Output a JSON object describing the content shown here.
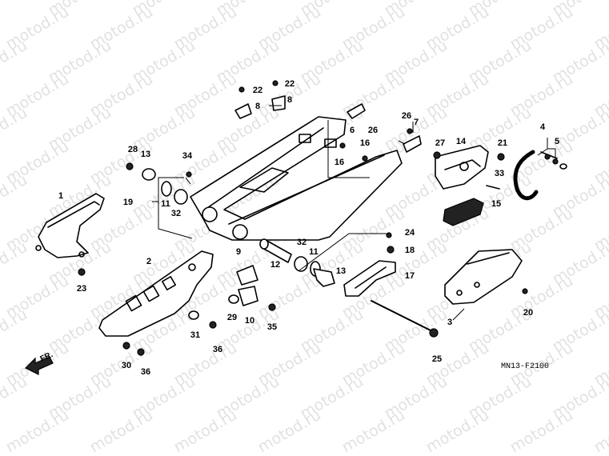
{
  "watermark_text": "motod.ru",
  "diagram_code": "MN13-F2100",
  "direction_label": "FR.",
  "parts": [
    {
      "label": "1"
    },
    {
      "label": "2"
    },
    {
      "label": "3"
    },
    {
      "label": "4"
    },
    {
      "label": "5"
    },
    {
      "label": "6"
    },
    {
      "label": "7"
    },
    {
      "label": "8"
    },
    {
      "label": "8"
    },
    {
      "label": "9"
    },
    {
      "label": "10"
    },
    {
      "label": "11"
    },
    {
      "label": "11"
    },
    {
      "label": "12"
    },
    {
      "label": "13"
    },
    {
      "label": "13"
    },
    {
      "label": "14"
    },
    {
      "label": "15"
    },
    {
      "label": "16"
    },
    {
      "label": "16"
    },
    {
      "label": "17"
    },
    {
      "label": "18"
    },
    {
      "label": "19"
    },
    {
      "label": "20"
    },
    {
      "label": "21"
    },
    {
      "label": "22"
    },
    {
      "label": "22"
    },
    {
      "label": "23"
    },
    {
      "label": "24"
    },
    {
      "label": "25"
    },
    {
      "label": "26"
    },
    {
      "label": "26"
    },
    {
      "label": "27"
    },
    {
      "label": "28"
    },
    {
      "label": "29"
    },
    {
      "label": "30"
    },
    {
      "label": "31"
    },
    {
      "label": "32"
    },
    {
      "label": "32"
    },
    {
      "label": "33"
    },
    {
      "label": "34"
    },
    {
      "label": "35"
    },
    {
      "label": "36"
    },
    {
      "label": "36"
    }
  ]
}
